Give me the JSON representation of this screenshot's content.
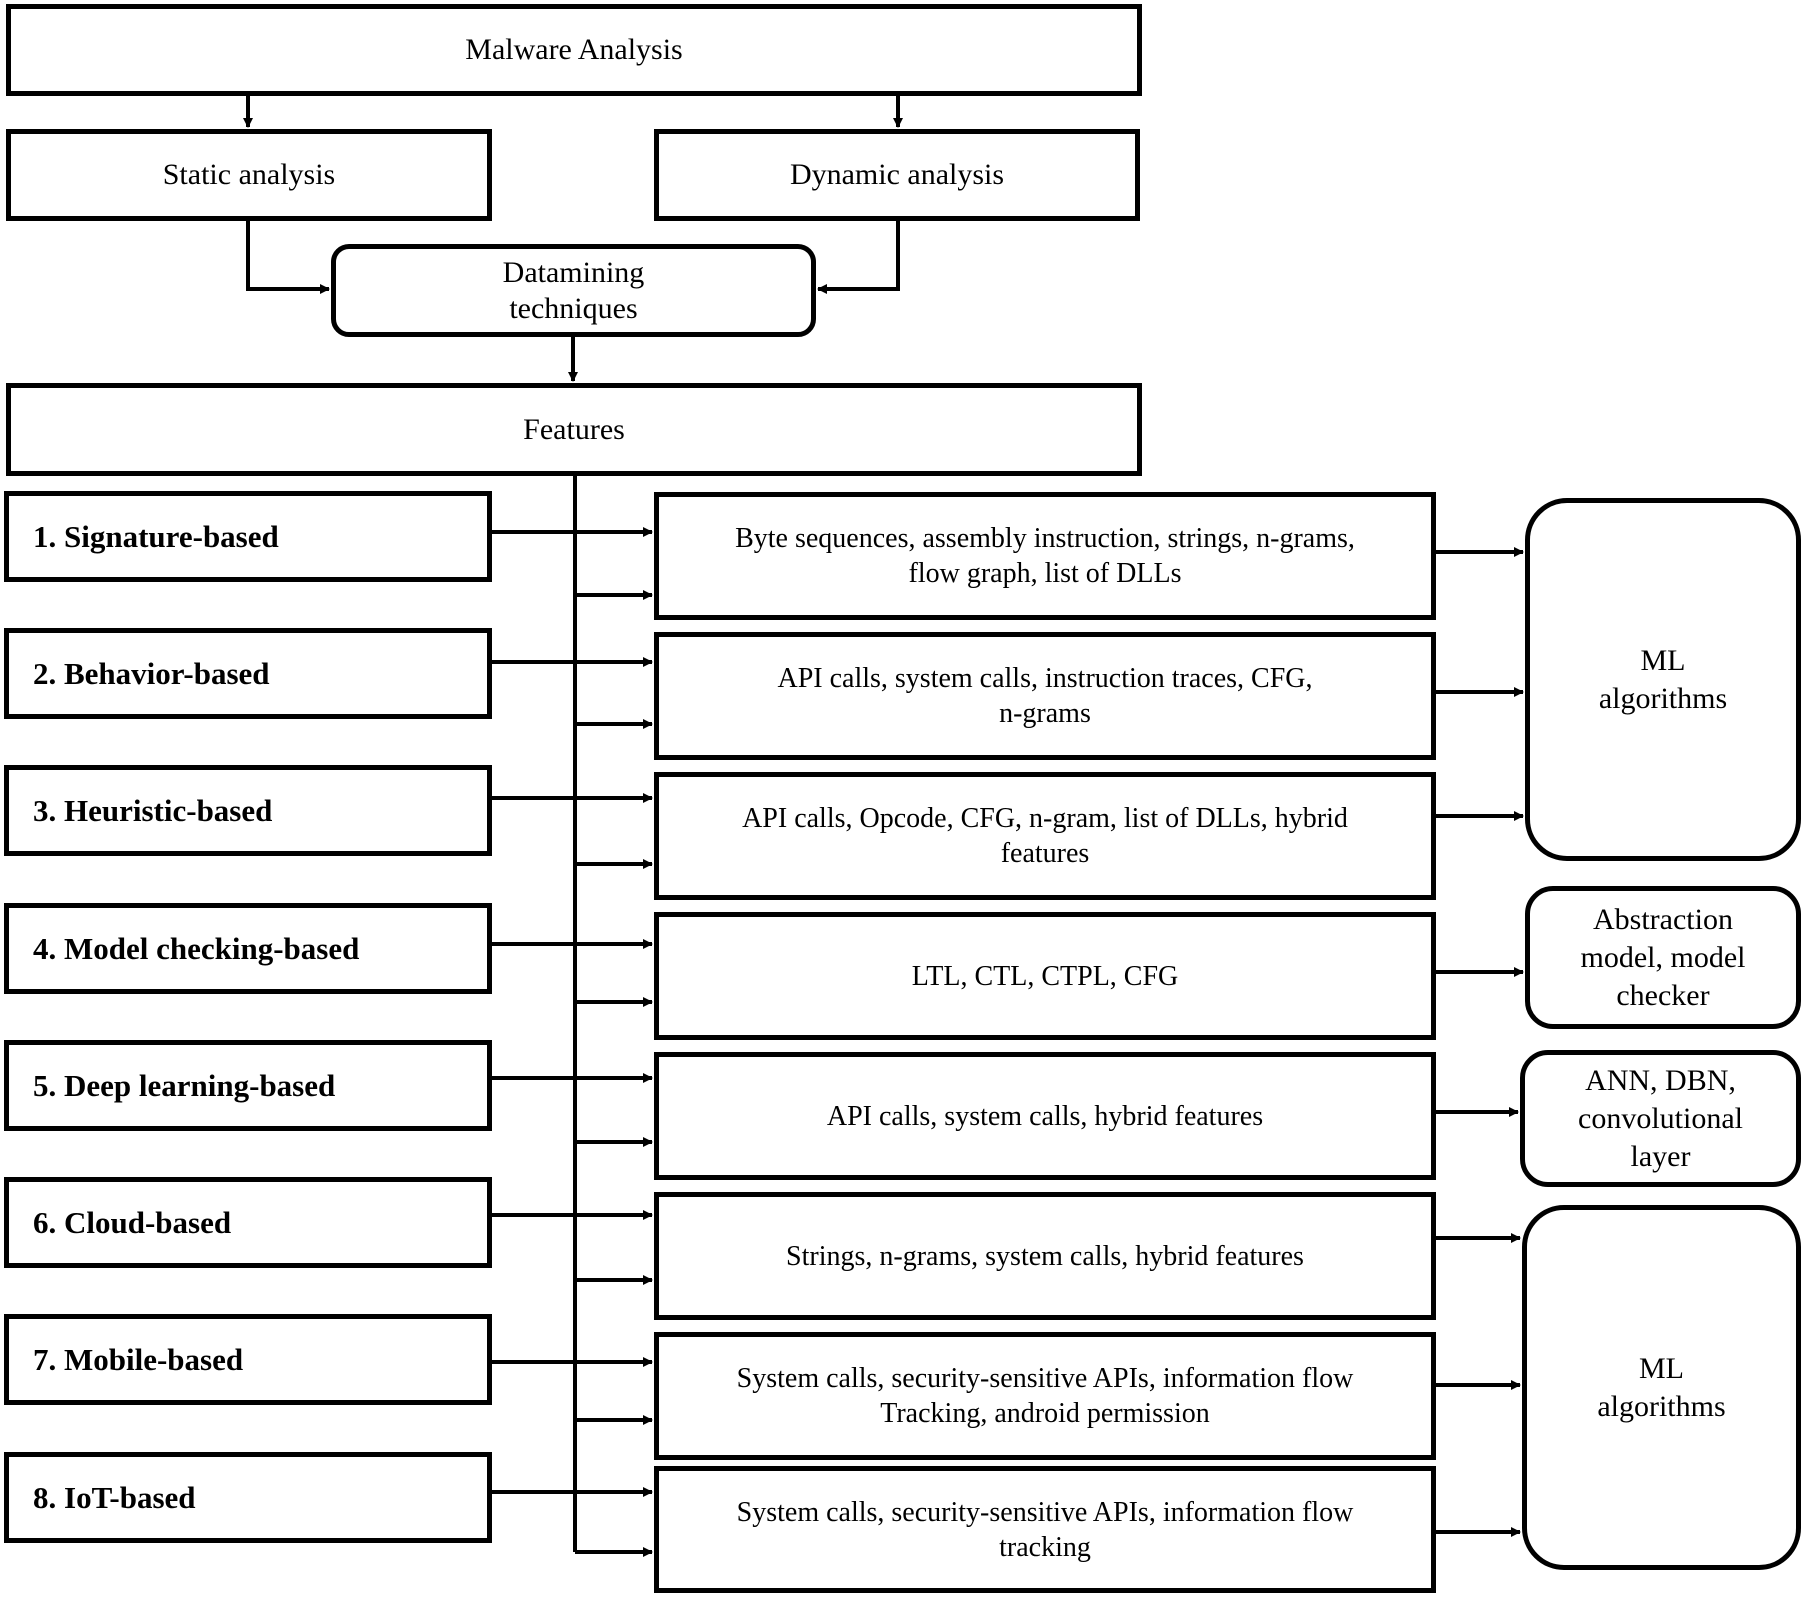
{
  "top": {
    "malware_analysis": "Malware Analysis",
    "static_analysis": "Static analysis",
    "dynamic_analysis": "Dynamic analysis",
    "datamining": "Datamining\ntechniques",
    "features": "Features"
  },
  "techniques": [
    "1. Signature-based",
    "2. Behavior-based",
    "3. Heuristic-based",
    "4. Model checking-based",
    "5. Deep learning-based",
    "6. Cloud-based",
    "7. Mobile-based",
    "8. IoT-based"
  ],
  "feature_sets": [
    "Byte sequences, assembly instruction, strings, n-grams,\nflow graph, list of DLLs",
    "API calls, system calls, instruction traces, CFG,\nn-grams",
    "API calls, Opcode, CFG, n-gram, list of DLLs, hybrid\nfeatures",
    "LTL, CTL, CTPL, CFG",
    "API calls, system calls, hybrid features",
    "Strings, n-grams, system calls, hybrid features",
    "System calls, security-sensitive APIs, information flow\nTracking, android permission",
    "System calls, security-sensitive APIs, information flow\ntracking"
  ],
  "algorithms": [
    "ML\nalgorithms",
    "Abstraction\nmodel, model\nchecker",
    "ANN, DBN,\nconvolutional\nlayer",
    "ML\nalgorithms"
  ]
}
